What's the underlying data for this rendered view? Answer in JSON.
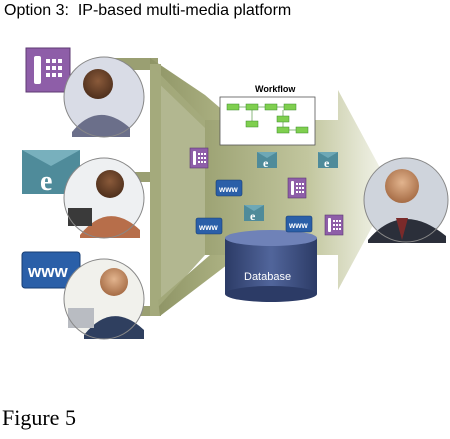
{
  "title": "Option 3:  IP-based multi-media platform",
  "caption": "Figure 5",
  "workflow_label": "Workflow",
  "database_label": "Database",
  "icons": {
    "email_letter": "e",
    "web_text": "www"
  },
  "colors": {
    "phone_purple": "#8e5ea8",
    "email_teal": "#4f8b9a",
    "web_blue": "#2a5fa8",
    "workflow_green": "#7fcf4f",
    "database_blue": "#3b4f83",
    "arrow_olive": "#a9ae7f"
  }
}
